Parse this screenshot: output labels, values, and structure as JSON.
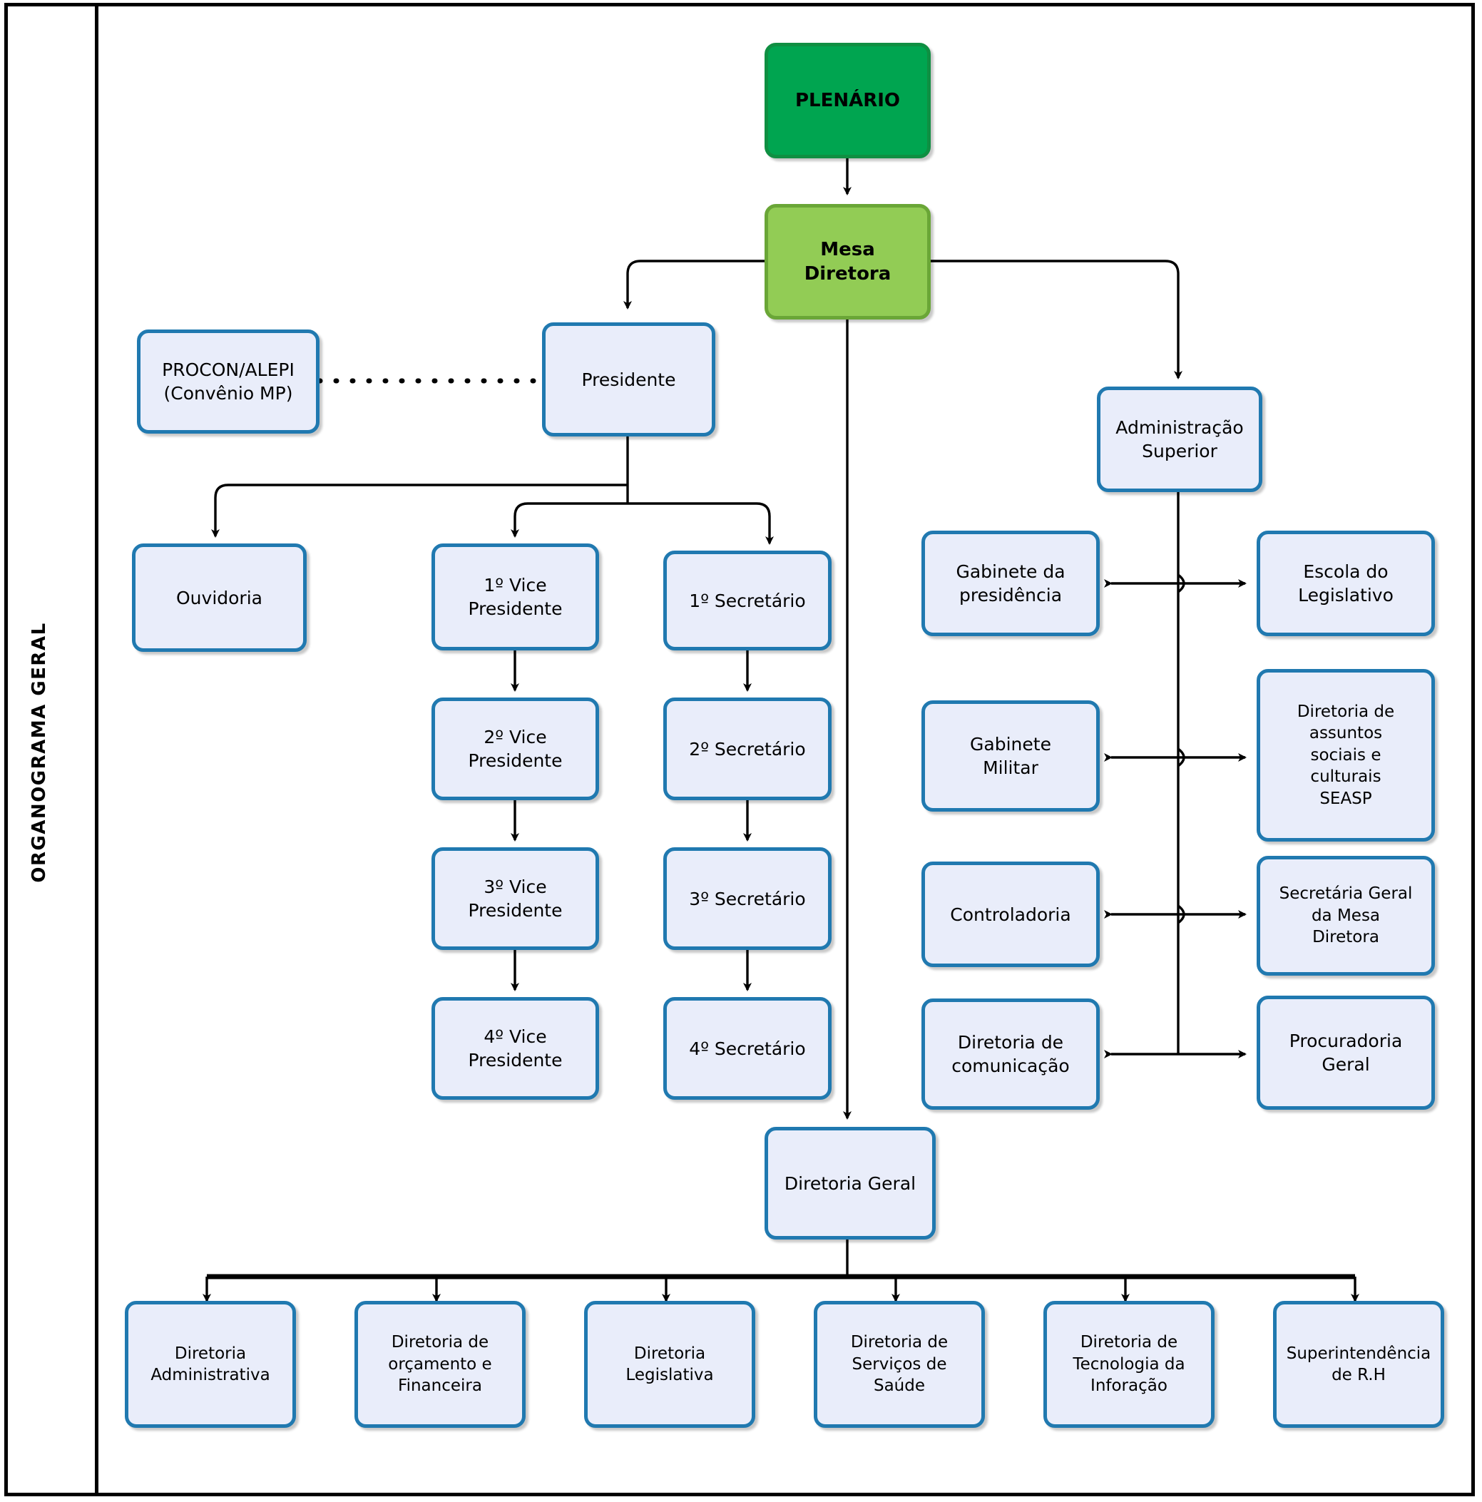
{
  "diagram": {
    "side_title": "ORGANOGRAMA GERAL",
    "type": "organizational-chart",
    "colors": {
      "plenario_fill": "#00a550",
      "mesa_fill": "#92cc55",
      "node_fill": "#e9edfa",
      "node_border": "#2079b0",
      "frame": "#000000",
      "connector": "#000000"
    }
  },
  "nodes": {
    "plenario": "PLENÁRIO",
    "mesa_diretora": "Mesa Diretora",
    "procon": "PROCON/ALEPI\n(Convênio MP)",
    "presidente": "Presidente",
    "ouvidoria": "Ouvidoria",
    "administracao_superior": "Administração\nSuperior",
    "diretoria_geral": "Diretoria Geral",
    "vice_presidentes": [
      "1º Vice\nPresidente",
      "2º Vice\nPresidente",
      "3º Vice\nPresidente",
      "4º Vice\nPresidente"
    ],
    "secretarios": [
      "1º Secretário",
      "2º Secretário",
      "3º Secretário",
      "4º Secretário"
    ],
    "admin_left": [
      "Gabinete  da\npresidência",
      "Gabinete\nMilitar",
      "Controladoria",
      "Diretoria de\ncomunicação"
    ],
    "admin_right": [
      "Escola do\nLegislativo",
      "Diretoria de\nassuntos\nsociais e\nculturais\nSEASP",
      "Secretária Geral\nda Mesa\nDiretora",
      "Procuradoria\nGeral"
    ],
    "diretorias": [
      "Diretoria\nAdministrativa",
      "Diretoria de\norçamento  e\nFinanceira",
      "Diretoria\nLegislativa",
      "Diretoria de\nServiços de\nSaúde",
      "Diretoria de\nTecnologia da\nInforação",
      "Superintendência\nde R.H"
    ]
  }
}
